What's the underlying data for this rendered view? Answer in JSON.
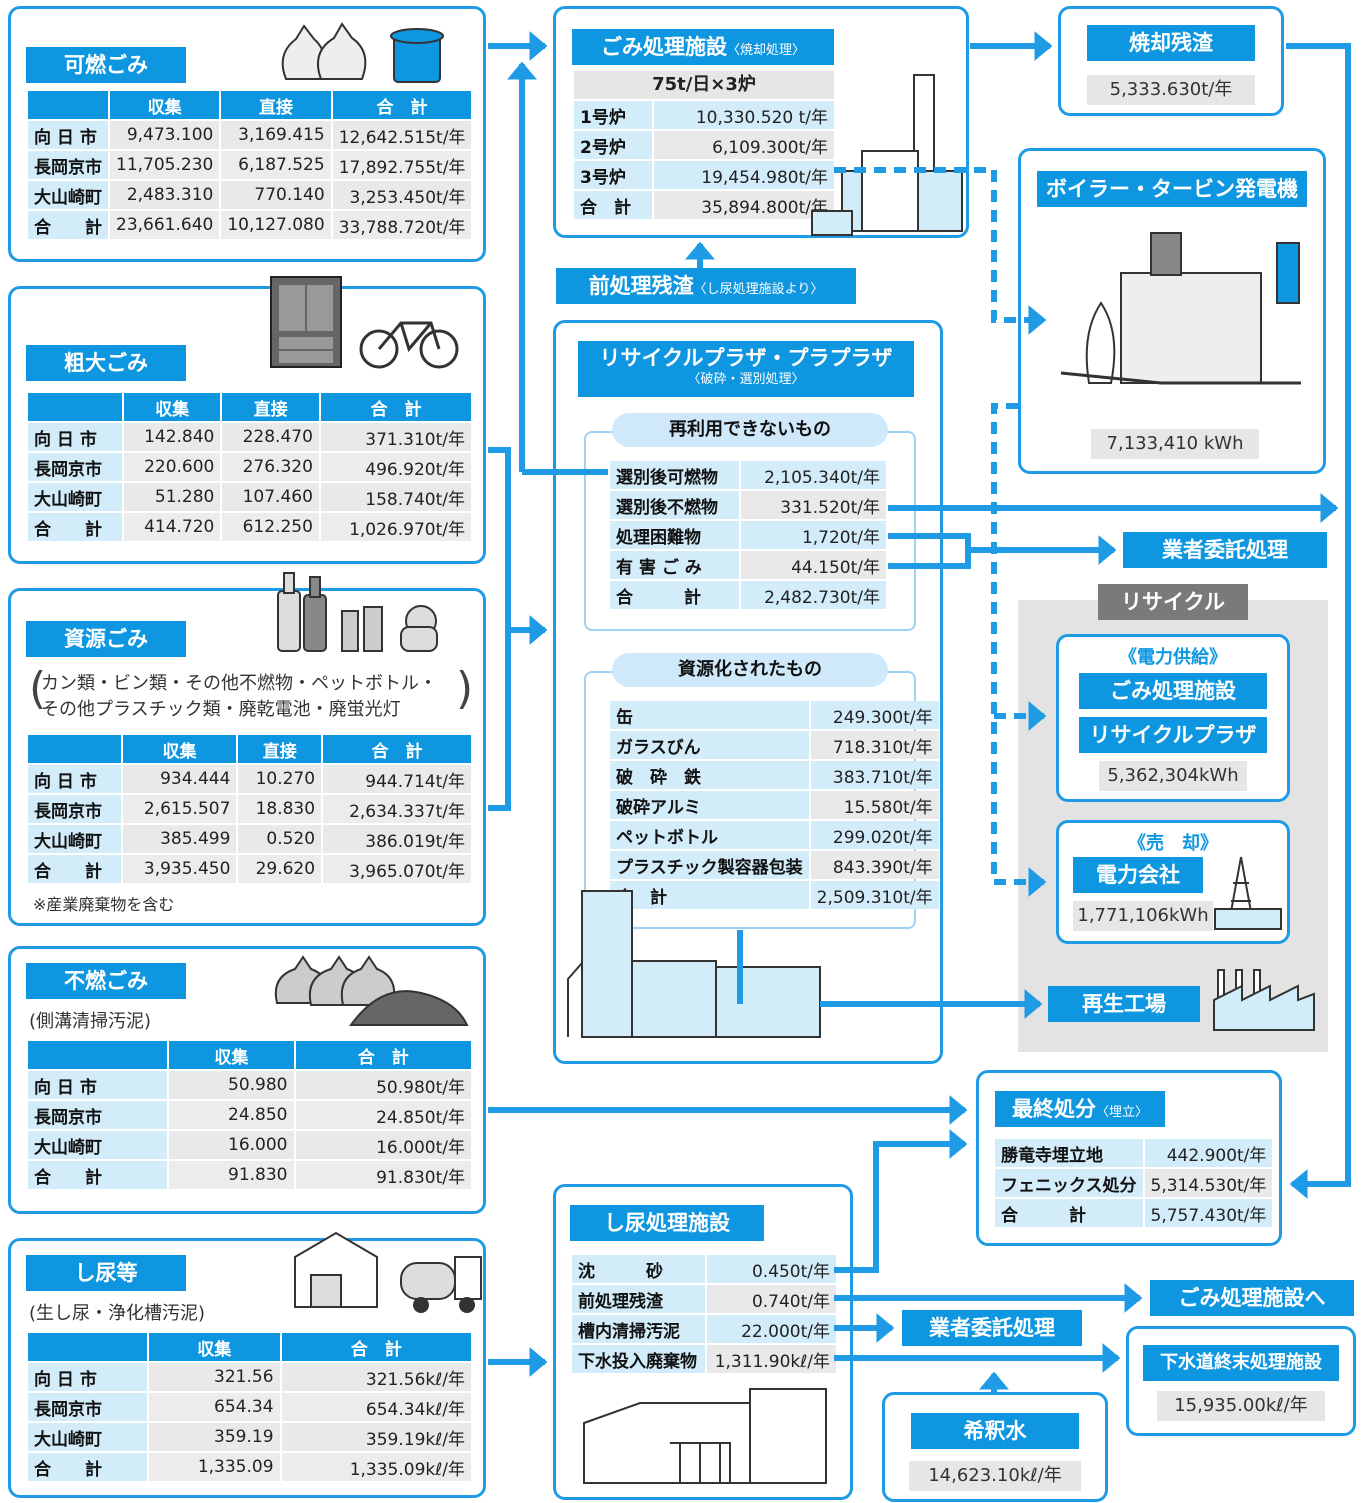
{
  "kanen": {
    "title": "可燃ごみ",
    "headers": [
      "",
      "収集",
      "直接",
      "合　計"
    ],
    "rows": [
      [
        "向 日 市",
        "9,473.100",
        "3,169.415",
        "12,642.515t/年"
      ],
      [
        "長岡京市",
        "11,705.230",
        "6,187.525",
        "17,892.755t/年"
      ],
      [
        "大山崎町",
        "2,483.310",
        "770.140",
        "3,253.450t/年"
      ],
      [
        "合　　計",
        "23,661.640",
        "10,127.080",
        "33,788.720t/年"
      ]
    ]
  },
  "sodai": {
    "title": "粗大ごみ",
    "headers": [
      "",
      "収集",
      "直接",
      "合　計"
    ],
    "rows": [
      [
        "向 日 市",
        "142.840",
        "228.470",
        "371.310t/年"
      ],
      [
        "長岡京市",
        "220.600",
        "276.320",
        "496.920t/年"
      ],
      [
        "大山崎町",
        "51.280",
        "107.460",
        "158.740t/年"
      ],
      [
        "合　　計",
        "414.720",
        "612.250",
        "1,026.970t/年"
      ]
    ]
  },
  "shigen": {
    "title": "資源ごみ",
    "desc1": "カン類・ビン類・その他不燃物・ペットボトル・",
    "desc2": "その他プラスチック類・廃乾電池・廃蛍光灯",
    "headers": [
      "",
      "収集",
      "直接",
      "合　計"
    ],
    "rows": [
      [
        "向 日 市",
        "934.444",
        "10.270",
        "944.714t/年"
      ],
      [
        "長岡京市",
        "2,615.507",
        "18.830",
        "2,634.337t/年"
      ],
      [
        "大山崎町",
        "385.499",
        "0.520",
        "386.019t/年"
      ],
      [
        "合　　計",
        "3,935.450",
        "29.620",
        "3,965.070t/年"
      ]
    ],
    "note": "※産業廃棄物を含む"
  },
  "funen": {
    "title": "不燃ごみ",
    "sub": "(側溝清掃汚泥)",
    "headers": [
      "",
      "収集",
      "合　計"
    ],
    "rows": [
      [
        "向 日 市",
        "50.980",
        "50.980t/年"
      ],
      [
        "長岡京市",
        "24.850",
        "24.850t/年"
      ],
      [
        "大山崎町",
        "16.000",
        "16.000t/年"
      ],
      [
        "合　　計",
        "91.830",
        "91.830t/年"
      ]
    ]
  },
  "shinyo": {
    "title": "し尿等",
    "sub": "(生し尿・浄化槽汚泥)",
    "headers": [
      "",
      "収集",
      "合　計"
    ],
    "rows": [
      [
        "向 日 市",
        "321.56",
        "321.56kℓ/年"
      ],
      [
        "長岡京市",
        "654.34",
        "654.34kℓ/年"
      ],
      [
        "大山崎町",
        "359.19",
        "359.19kℓ/年"
      ],
      [
        "合　　計",
        "1,335.09",
        "1,335.09kℓ/年"
      ]
    ]
  },
  "shori": {
    "title": "ごみ処理施設",
    "title_sub": "〈焼却処理〉",
    "capacity": "75t/日×3炉",
    "rows": [
      [
        "1号炉",
        "10,330.520 t/年"
      ],
      [
        "2号炉",
        "6,109.300t/年"
      ],
      [
        "3号炉",
        "19,454.980t/年"
      ],
      [
        "合　計",
        "35,894.800t/年"
      ]
    ]
  },
  "maeshori": {
    "label": "前処理残渣",
    "sub": "〈し尿処理施設より〉"
  },
  "plaza": {
    "title": "リサイクルプラザ・プラプラザ",
    "sub": "〈破砕・選別処理〉",
    "unusable": {
      "label": "再利用できないもの",
      "rows": [
        [
          "選別後可燃物",
          "2,105.340t/年"
        ],
        [
          "選別後不燃物",
          "331.520t/年"
        ],
        [
          "処理困難物",
          "1,720t/年"
        ],
        [
          "有 害 ご み",
          "44.150t/年"
        ],
        [
          "合　　　計",
          "2,482.730t/年"
        ]
      ]
    },
    "resource": {
      "label": "資源化されたもの",
      "rows": [
        [
          "缶",
          "249.300t/年"
        ],
        [
          "ガラスびん",
          "718.310t/年"
        ],
        [
          "破　砕　鉄",
          "383.710t/年"
        ],
        [
          "破砕アルミ",
          "15.580t/年"
        ],
        [
          "ペットボトル",
          "299.020t/年"
        ],
        [
          "プラスチック製容器包装",
          "843.390t/年"
        ],
        [
          "合　計",
          "2,509.310t/年"
        ]
      ]
    }
  },
  "ash": {
    "title": "焼却残渣",
    "value": "5,333.630t/年"
  },
  "boiler": {
    "title": "ボイラー・タービン発電機",
    "value": "7,133,410 kWh"
  },
  "itaku1": "業者委託処理",
  "recycle": {
    "title": "リサイクル",
    "supply": "《電力供給》",
    "fac1": "ごみ処理施設",
    "fac2": "リサイクルプラザ",
    "supply_val": "5,362,304kWh",
    "sale": "《売　却》",
    "company": "電力会社",
    "sale_val": "1,771,106kWh",
    "factory": "再生工場"
  },
  "final": {
    "title": "最終処分",
    "sub": "〈埋立〉",
    "rows": [
      [
        "勝竜寺埋立地",
        "442.900t/年"
      ],
      [
        "フェニックス処分",
        "5,314.530t/年"
      ],
      [
        "合　　　計",
        "5,757.430t/年"
      ]
    ]
  },
  "shinyo_fac": {
    "title": "し尿処理施設",
    "rows": [
      [
        "沈　　　砂",
        "0.450t/年"
      ],
      [
        "前処理残渣",
        "0.740t/年"
      ],
      [
        "槽内清掃汚泥",
        "22.000t/年"
      ],
      [
        "下水投入廃棄物",
        "1,311.90kℓ/年"
      ]
    ]
  },
  "to_shori": "ごみ処理施設へ",
  "itaku2": "業者委託処理",
  "gesui": {
    "title": "下水道終末処理施設",
    "value": "15,935.00kℓ/年"
  },
  "kishaku": {
    "title": "希釈水",
    "value": "14,623.10kℓ/年"
  },
  "colors": {
    "accent": "#1f9be6",
    "title_bg": "#0e97e0",
    "light": "#d3ecfa",
    "gray": "#e6e6e6"
  }
}
